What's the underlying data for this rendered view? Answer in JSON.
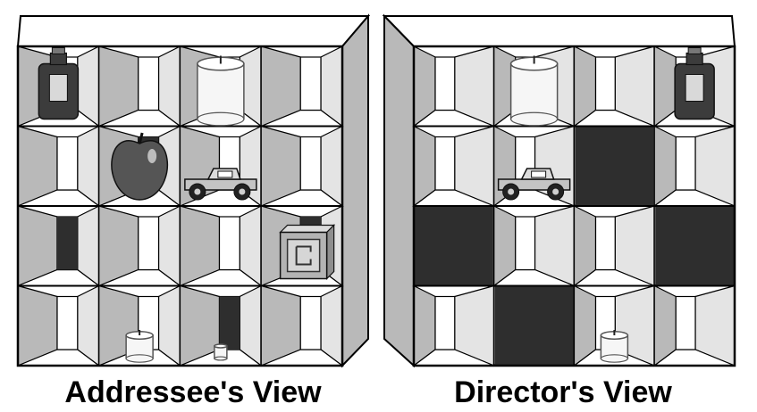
{
  "figure": {
    "grid": {
      "rows": 4,
      "cols": 4
    },
    "colors": {
      "background": "#ffffff",
      "shelf_wall": "#b9b9b9",
      "shelf_floor": "#ffffff",
      "occluder": "#2e2e2e",
      "stroke": "#000000"
    },
    "panels": [
      {
        "id": "addressee",
        "caption": "Addressee's View",
        "occluded_cells": [
          [
            1,
            1
          ],
          [
            2,
            0
          ],
          [
            2,
            3
          ],
          [
            3,
            2
          ]
        ],
        "objects": [
          {
            "type": "bottle",
            "row": 0,
            "col": 0,
            "size": "large"
          },
          {
            "type": "candle",
            "row": 0,
            "col": 2,
            "size": "large"
          },
          {
            "type": "apple",
            "row": 1,
            "col": 1,
            "size": "large"
          },
          {
            "type": "truck",
            "row": 1,
            "col": 2,
            "size": "large"
          },
          {
            "type": "block",
            "row": 2,
            "col": 3,
            "size": "large"
          },
          {
            "type": "candle",
            "row": 3,
            "col": 1,
            "size": "small"
          },
          {
            "type": "candle",
            "row": 3,
            "col": 2,
            "size": "tiny"
          }
        ]
      },
      {
        "id": "director",
        "caption": "Director's View",
        "occluded_cells": [
          [
            1,
            2
          ],
          [
            2,
            0
          ],
          [
            2,
            3
          ],
          [
            3,
            1
          ]
        ],
        "objects": [
          {
            "type": "candle",
            "row": 0,
            "col": 1,
            "size": "large"
          },
          {
            "type": "bottle",
            "row": 0,
            "col": 3,
            "size": "large"
          },
          {
            "type": "truck",
            "row": 1,
            "col": 1,
            "size": "large"
          },
          {
            "type": "candle",
            "row": 3,
            "col": 2,
            "size": "small"
          }
        ]
      }
    ]
  }
}
